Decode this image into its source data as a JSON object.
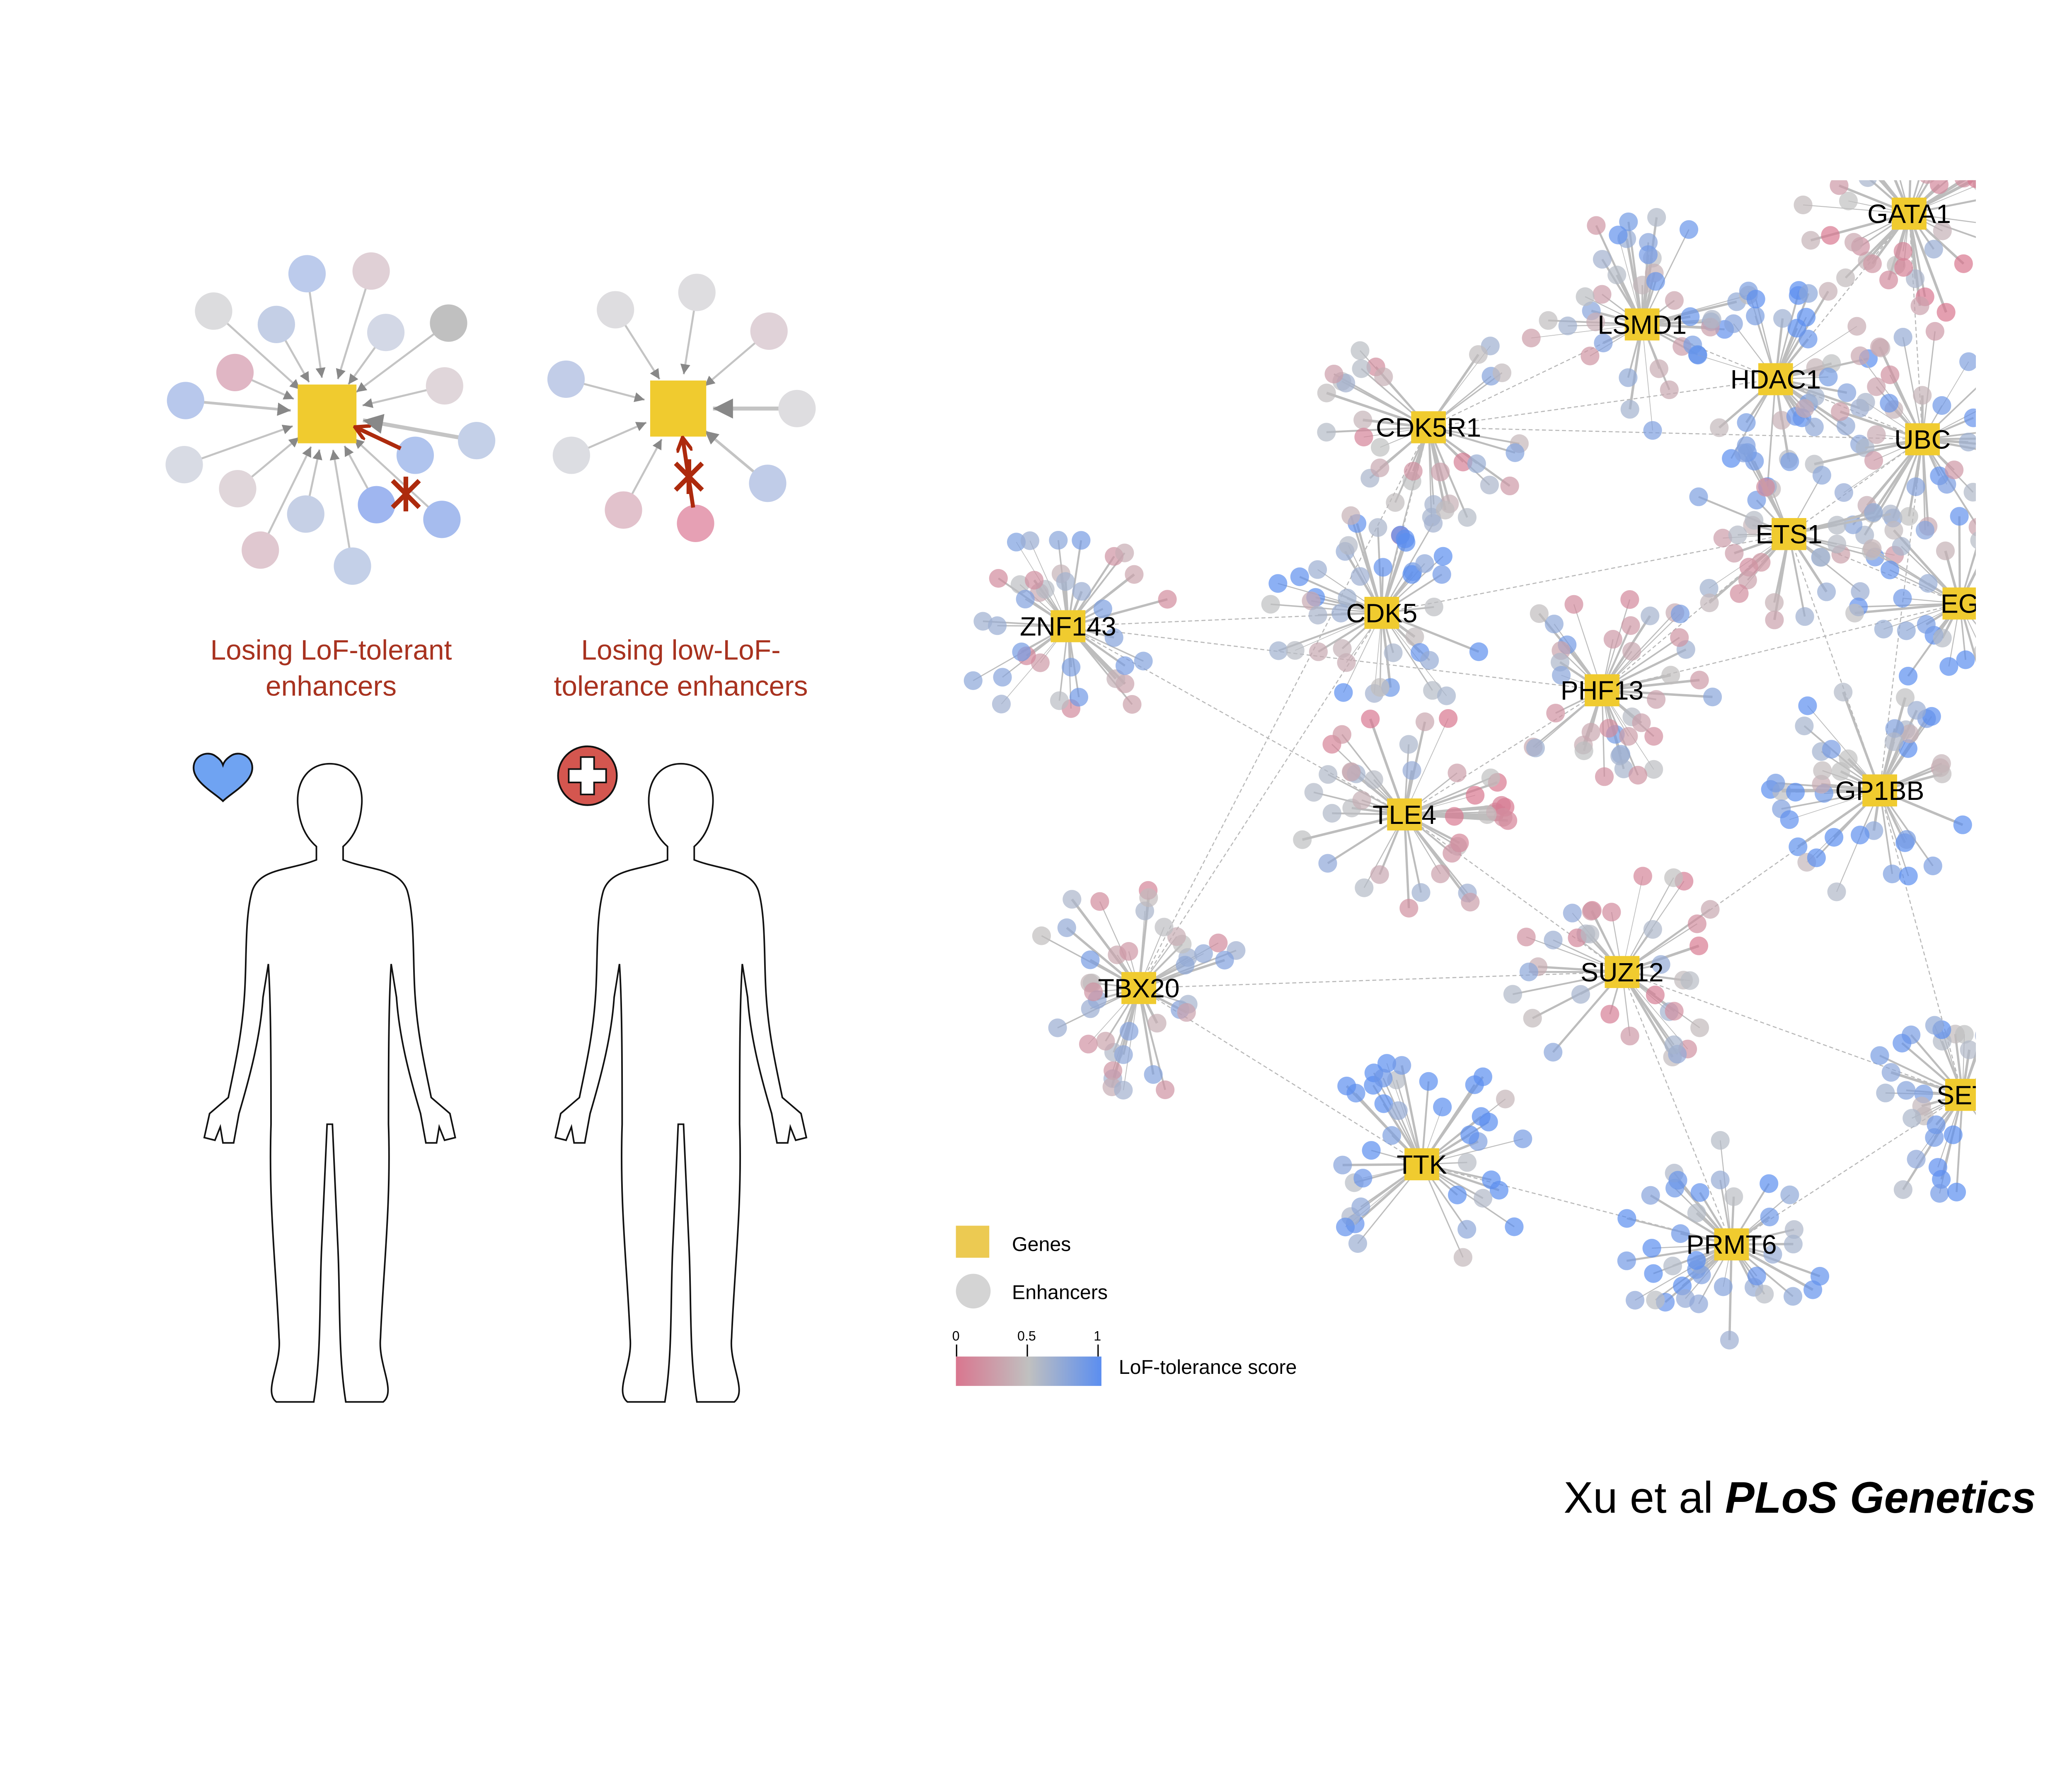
{
  "panels": {
    "left_label": [
      "Losing LoF-tolerant",
      "enhancers"
    ],
    "right_label": [
      "Losing low-LoF-",
      "tolerance enhancers"
    ],
    "left_icon": "heart-icon",
    "right_icon": "medical-cross-icon"
  },
  "colors": {
    "gene": "#f0cb2f",
    "label_red": "#a8321f",
    "arrow_red": "#ad2a0d",
    "low_score": "#d9768f",
    "mid_score": "#c0c0c0",
    "high_score": "#5b8ef0",
    "heart": "#6fa3f2",
    "cross_bg": "#d4564f"
  },
  "network": {
    "genes": [
      "GATA1",
      "LSMD1",
      "HDAC1",
      "CDK5R1",
      "UBC",
      "ETS1",
      "ZNF143",
      "CDK5",
      "EG",
      "PHF13",
      "GP1BB",
      "TLE4",
      "TBX20",
      "SUZ12",
      "SET",
      "TTK",
      "PRMT6"
    ],
    "links": [
      [
        "ZNF143",
        "CDK5"
      ],
      [
        "ZNF143",
        "PHF13"
      ],
      [
        "ZNF143",
        "TLE4"
      ],
      [
        "CDK5",
        "CDK5R1"
      ],
      [
        "CDK5",
        "ETS1"
      ],
      [
        "CDK5",
        "TBX20"
      ],
      [
        "CDK5R1",
        "TBX20"
      ],
      [
        "CDK5R1",
        "UBC"
      ],
      [
        "CDK5R1",
        "HDAC1"
      ],
      [
        "LSMD1",
        "HDAC1"
      ],
      [
        "HDAC1",
        "GATA1"
      ],
      [
        "HDAC1",
        "UBC"
      ],
      [
        "GATA1",
        "UBC"
      ],
      [
        "UBC",
        "ETS1"
      ],
      [
        "UBC",
        "GP1BB"
      ],
      [
        "ETS1",
        "PHF13"
      ],
      [
        "ETS1",
        "GP1BB"
      ],
      [
        "ETS1",
        "EG"
      ],
      [
        "PHF13",
        "TLE4"
      ],
      [
        "PHF13",
        "EG"
      ],
      [
        "TLE4",
        "SUZ12"
      ],
      [
        "TBX20",
        "SUZ12"
      ],
      [
        "TBX20",
        "TTK"
      ],
      [
        "SUZ12",
        "GP1BB"
      ],
      [
        "SUZ12",
        "SET"
      ],
      [
        "TTK",
        "PRMT6"
      ],
      [
        "PRMT6",
        "SET"
      ],
      [
        "PRMT6",
        "SUZ12"
      ],
      [
        "GP1BB",
        "SET"
      ],
      [
        "LSMD1",
        "CDK5R1"
      ]
    ]
  },
  "legend": {
    "genes_label": "Genes",
    "enhancers_label": "Enhancers",
    "scale_label": "LoF-tolerance score",
    "ticks": [
      "0",
      "0.5",
      "1"
    ]
  },
  "citation": {
    "authors": "Xu et al",
    "journal": "PLoS Genetics"
  }
}
